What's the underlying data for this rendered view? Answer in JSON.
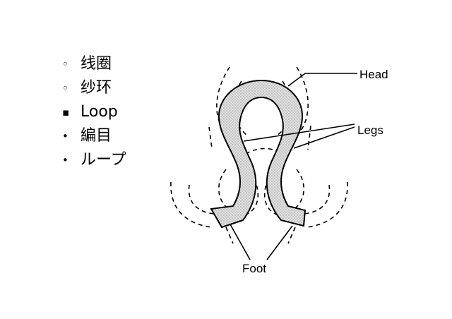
{
  "terms": [
    {
      "bullet": "◦",
      "text": "线圈"
    },
    {
      "bullet": "◦",
      "text": "纱环"
    },
    {
      "bullet": "▪",
      "text": "Loop"
    },
    {
      "bullet": "•",
      "text": "編目"
    },
    {
      "bullet": "•",
      "text": "ループ"
    }
  ],
  "labels": {
    "head": "Head",
    "legs": "Legs",
    "foot": "Foot"
  },
  "colors": {
    "stroke": "#000000",
    "loop_fill": "#d9d9d9",
    "background": "#ffffff"
  }
}
